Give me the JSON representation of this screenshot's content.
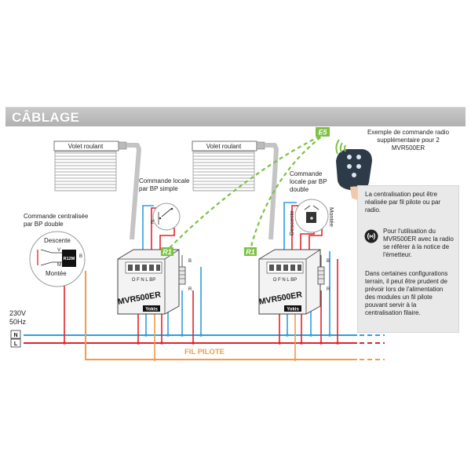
{
  "header": {
    "title": "CÂBLAGE"
  },
  "blinds": [
    {
      "label": "Volet roulant"
    },
    {
      "label": "Volet roulant"
    }
  ],
  "modules": [
    {
      "name": "MVR500ER",
      "terminals": "O F N L BP",
      "brand": "Yokis"
    },
    {
      "name": "MVR500ER",
      "terminals": "O F N L BP",
      "brand": "Yokis"
    }
  ],
  "switch_labels": {
    "local_simple": "Commande locale par BP simple",
    "local_double": "Commande locale par BP double",
    "central": "Commande centralisée par BP double",
    "descente": "Descente",
    "montee": "Montée",
    "central_descente": "Descente",
    "central_montee": "Montée",
    "central_chip": "R12M",
    "v_mark": "V",
    "m_mark": "M",
    "b_mark": "B"
  },
  "wire_labels": {
    "b": "B",
    "r": "R"
  },
  "power": {
    "voltage": "230V",
    "frequency": "50Hz",
    "n": "N",
    "l": "L"
  },
  "fil_pilote": "FIL PILOTE",
  "tags": {
    "r1_left": "R1",
    "r1_right": "R1",
    "e5": "E5"
  },
  "remote_caption": "Exemple de commande radio supplémentaire pour 2 MVR500ER",
  "info": {
    "p1": "La centralisation peut être réalisée par fil pilote ou par radio.",
    "p2": "Pour l'utilisation du MVR500ER avec la radio se référer à la notice de l'émetteur.",
    "p3": "Dans certaines configurations terrain, il peut être prudent de prévoir lors de l'alimentation des modules un fil pilote pouvant servir à la centralisation filaire."
  },
  "colors": {
    "neutral": "#2e9ee0",
    "live": "#e2232a",
    "pilot": "#f29b4a",
    "radio": "#7cc142",
    "header": "#b8b8b8"
  }
}
